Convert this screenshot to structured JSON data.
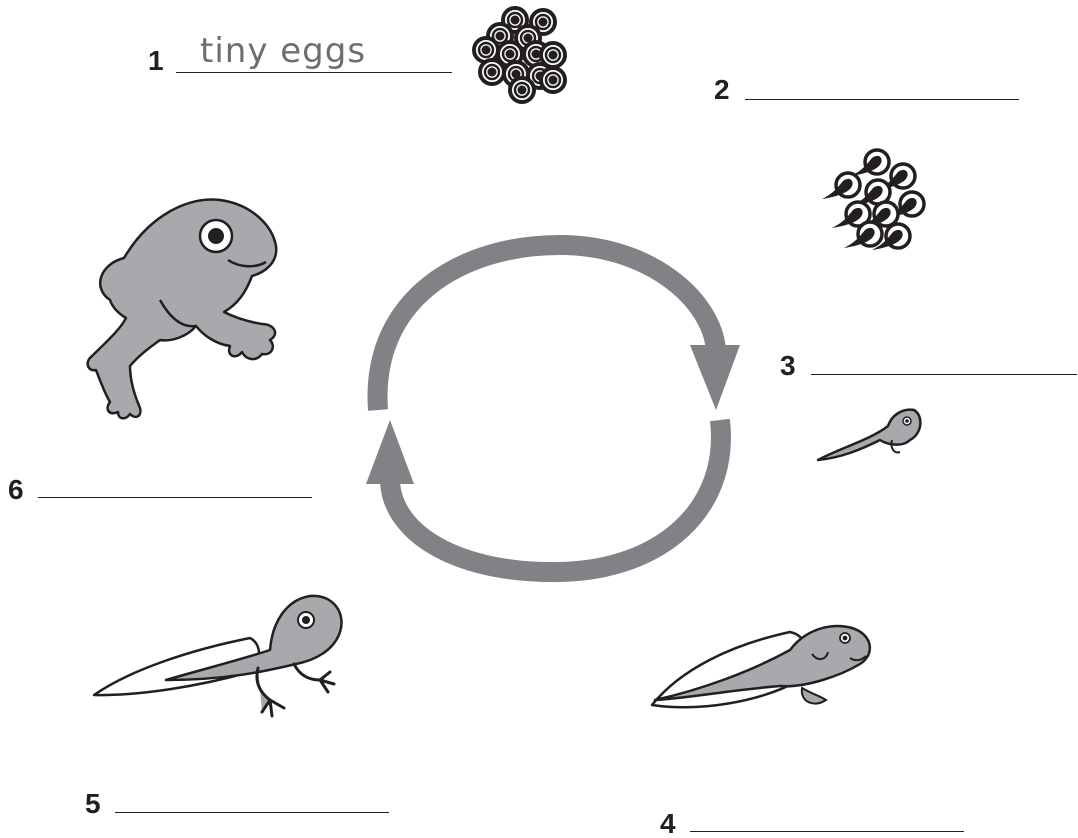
{
  "title": "",
  "labels": [
    {
      "number": "1",
      "answer": "tiny eggs"
    },
    {
      "number": "2",
      "answer": ""
    },
    {
      "number": "3",
      "answer": ""
    },
    {
      "number": "4",
      "answer": ""
    },
    {
      "number": "5",
      "answer": ""
    },
    {
      "number": "6",
      "answer": ""
    }
  ],
  "stages": [
    "eggs",
    "hatching eggs",
    "young tadpole",
    "tadpole",
    "tadpole with legs",
    "young frog"
  ],
  "colors": {
    "ink": "#231f20",
    "animal_fill": "#a7a9ac",
    "arrow": "#808285",
    "answer_text": "#6d6e71"
  }
}
